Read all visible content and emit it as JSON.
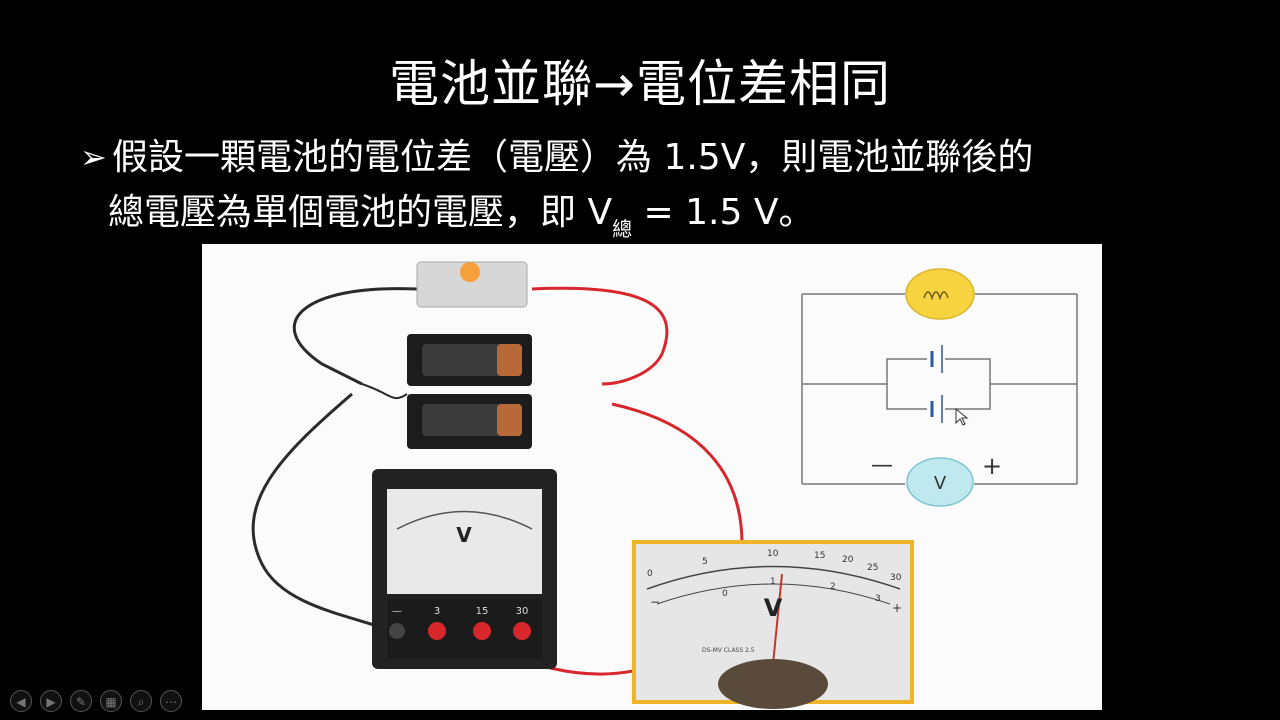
{
  "slide": {
    "title": "電池並聯→電位差相同",
    "bullet_marker": "➢",
    "line1": "假設一顆電池的電位差（電壓）為 1.5V，則電池並聯後的",
    "line2_prefix": "總電壓為單個電池的電壓，即  V",
    "line2_subscript": "總",
    "line2_suffix": " = 1.5 V。"
  },
  "meter_small": {
    "symbol": "V",
    "terminal_labels": [
      "—",
      "3",
      "15",
      "30"
    ]
  },
  "meter_zoom": {
    "symbol": "V",
    "scale_top": [
      "0",
      "5",
      "10",
      "15",
      "20",
      "25",
      "30"
    ],
    "scale_bottom": [
      "0",
      "1",
      "2",
      "3"
    ],
    "minus": "−",
    "plus": "+",
    "plate_text": "DS-MV CLASS 2.5"
  },
  "schematic": {
    "minus": "—",
    "plus": "+",
    "meter_label": "V"
  },
  "toolbar": {
    "buttons": [
      {
        "name": "previous-slide-button",
        "icon": "◀"
      },
      {
        "name": "next-slide-button",
        "icon": "▶"
      },
      {
        "name": "pen-tool-button",
        "icon": "✎"
      },
      {
        "name": "slides-grid-button",
        "icon": "▦"
      },
      {
        "name": "zoom-button",
        "icon": "⌕"
      },
      {
        "name": "more-options-button",
        "icon": "⋯"
      }
    ]
  },
  "colors": {
    "background": "#000000",
    "wire_red": "#d8262d",
    "wire_black": "#2a2a2a",
    "bulb_yellow": "#f7d43f",
    "meter_circle": "#bfe9ee",
    "zoom_border": "#f0b429"
  }
}
